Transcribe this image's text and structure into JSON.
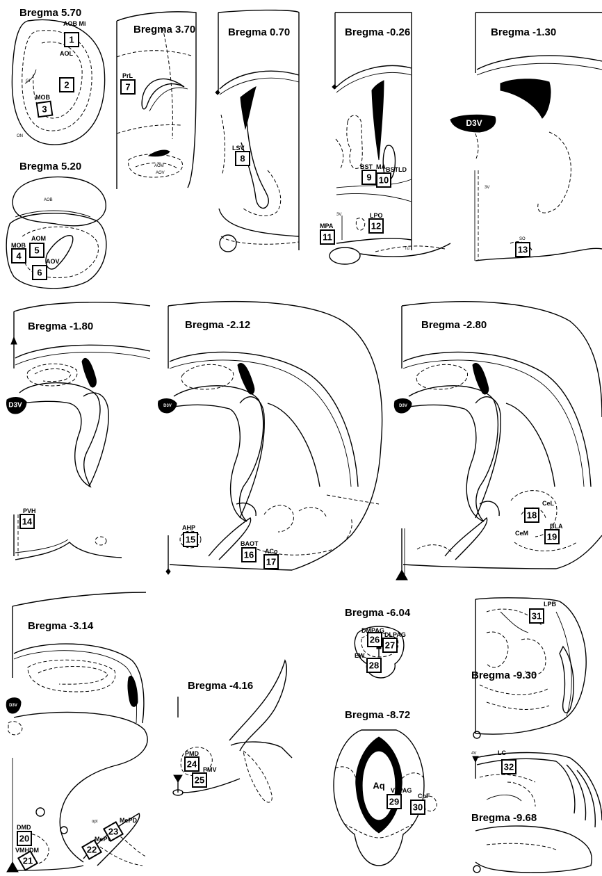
{
  "panels": [
    {
      "title": "Bregma 5.70",
      "labels": [
        "AOB Mi",
        "AOL",
        "GI",
        "MOB",
        "ON"
      ],
      "sites": [
        "1",
        "2",
        "3"
      ]
    },
    {
      "title": "Bregma 5.20",
      "labels": [
        "AOB",
        "AOM",
        "MOB",
        "AOV"
      ],
      "sites": [
        "4",
        "5",
        "6"
      ]
    },
    {
      "title": "Bregma 3.70",
      "labels": [
        "PrL",
        "AOM",
        "AOV"
      ],
      "sites": [
        "7"
      ]
    },
    {
      "title": "Bregma 0.70",
      "labels": [
        "LSV"
      ],
      "sites": [
        "8"
      ]
    },
    {
      "title": "Bregma -0.26",
      "labels": [
        "BST",
        "MA",
        "BSTLD",
        "3V",
        "MPA",
        "LPO",
        "Tu"
      ],
      "sites": [
        "9",
        "10",
        "11",
        "12"
      ]
    },
    {
      "title": "Bregma -1.30",
      "labels": [
        "D3V",
        "3V",
        "SO"
      ],
      "sites": [
        "13"
      ]
    },
    {
      "title": "Bregma -1.80",
      "labels": [
        "D3V",
        "PVH"
      ],
      "sites": [
        "14"
      ]
    },
    {
      "title": "Bregma -2.12",
      "labels": [
        "D3V",
        "AHP",
        "BAOT",
        "ACo"
      ],
      "sites": [
        "15",
        "16",
        "17"
      ]
    },
    {
      "title": "Bregma -2.80",
      "labels": [
        "D3V",
        "CeL",
        "BLA",
        "CeM"
      ],
      "sites": [
        "18",
        "19"
      ]
    },
    {
      "title": "Bregma -3.14",
      "labels": [
        "D3V",
        "opt",
        "MePD",
        "MePV",
        "DMD",
        "VMHDM"
      ],
      "sites": [
        "20",
        "21",
        "22",
        "23"
      ]
    },
    {
      "title": "Bregma -4.16",
      "labels": [
        "PMD",
        "PMV"
      ],
      "sites": [
        "24",
        "25"
      ]
    },
    {
      "title": "Bregma -6.04",
      "labels": [
        "DMPAG",
        "DLPAG",
        "EW"
      ],
      "sites": [
        "26",
        "27",
        "28"
      ]
    },
    {
      "title": "Bregma -8.72",
      "labels": [
        "Aq",
        "VLPAG",
        "CnF"
      ],
      "sites": [
        "29",
        "30"
      ]
    },
    {
      "title": "Bregma -9.30",
      "labels": [
        "LPB"
      ],
      "sites": [
        "31"
      ]
    },
    {
      "title": "Bregma -9.68",
      "labels": [
        "4V",
        "LC"
      ],
      "sites": [
        "32"
      ]
    }
  ]
}
